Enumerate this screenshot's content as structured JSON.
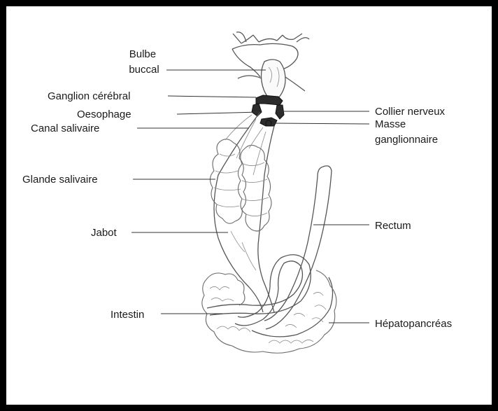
{
  "diagram": {
    "labels_left": [
      {
        "id": "bulbe-buccal",
        "lines": [
          "Bulbe",
          "buccal"
        ]
      },
      {
        "id": "ganglion-cerebral",
        "lines": [
          "Ganglion cérébral"
        ]
      },
      {
        "id": "oesophage",
        "lines": [
          "Oesophage"
        ]
      },
      {
        "id": "canal-salivaire",
        "lines": [
          "Canal salivaire"
        ]
      },
      {
        "id": "glande-salivaire",
        "lines": [
          "Glande salivaire"
        ]
      },
      {
        "id": "jabot",
        "lines": [
          "Jabot"
        ]
      },
      {
        "id": "intestin",
        "lines": [
          "Intestin"
        ]
      }
    ],
    "labels_right": [
      {
        "id": "collier-nerveux",
        "lines": [
          "Collier nerveux"
        ]
      },
      {
        "id": "masse-ganglionnaire",
        "lines": [
          "Masse",
          "ganglionnaire"
        ]
      },
      {
        "id": "rectum",
        "lines": [
          "Rectum"
        ]
      },
      {
        "id": "hepatopancreas",
        "lines": [
          "Hépatopancréas"
        ]
      }
    ]
  },
  "colors": {
    "frame": "#000000",
    "line": "#555555",
    "text": "#1a1a1a"
  }
}
